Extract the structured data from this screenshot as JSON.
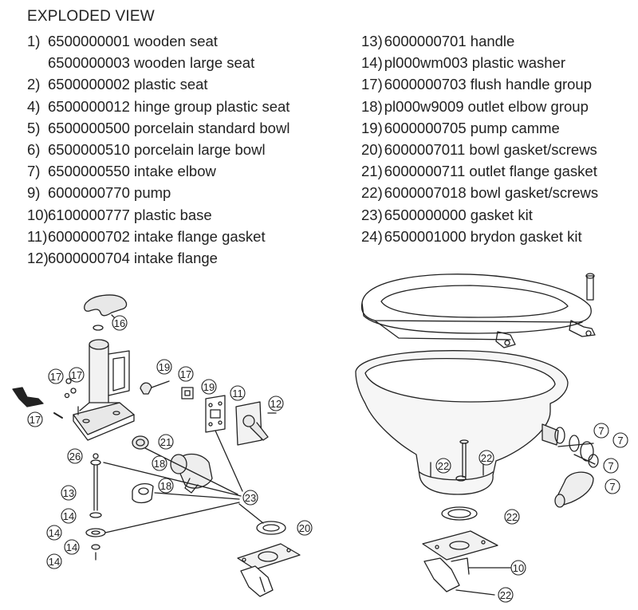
{
  "title": "EXPLODED VIEW",
  "parts_left": [
    {
      "num": "1)",
      "text": "6500000001 wooden seat"
    },
    {
      "num": "",
      "text": "6500000003 wooden large seat"
    },
    {
      "num": "2)",
      "text": "6500000002 plastic seat"
    },
    {
      "num": "4)",
      "text": "6500000012 hinge group plastic seat"
    },
    {
      "num": "5)",
      "text": "6500000500 porcelain standard bowl"
    },
    {
      "num": "6)",
      "text": "6500000510 porcelain large bowl"
    },
    {
      "num": "7)",
      "text": "6500000550 intake elbow"
    },
    {
      "num": "9)",
      "text": "6000000770 pump"
    },
    {
      "num": "10)",
      "text": "6100000777 plastic base"
    },
    {
      "num": "11)",
      "text": "6000000702 intake flange gasket"
    },
    {
      "num": "12)",
      "text": "6000000704 intake flange"
    }
  ],
  "parts_right": [
    {
      "num": "13)",
      "text": "6000000701 handle"
    },
    {
      "num": "14)",
      "text": "pl000wm003 plastic washer"
    },
    {
      "num": "17)",
      "text": "6000000703 flush handle group"
    },
    {
      "num": "18)",
      "text": "pl000w9009 outlet elbow group"
    },
    {
      "num": "19)",
      "text": "6000000705 pump camme"
    },
    {
      "num": "20)",
      "text": "6000007011 bowl gasket/screws"
    },
    {
      "num": "21)",
      "text": "6000000711 outlet flange gasket"
    },
    {
      "num": "22)",
      "text": "6000007018 bowl gasket/screws"
    },
    {
      "num": "23)",
      "text": "6500000000 gasket kit"
    },
    {
      "num": "24)",
      "text": "6500001000 brydon gasket kit"
    }
  ],
  "callouts": {
    "c16": "16",
    "c17a": "17",
    "c17b": "17",
    "c17c": "17",
    "c17d": "17",
    "c19a": "19",
    "c19b": "19",
    "c11": "11",
    "c12": "12",
    "c21": "21",
    "c26": "26",
    "c18a": "18",
    "c18b": "18",
    "c23": "23",
    "c13": "13",
    "c14a": "14",
    "c14b": "14",
    "c14c": "14",
    "c14d": "14",
    "c20": "20",
    "c7a": "7",
    "c7b": "7",
    "c7c": "7",
    "c7d": "7",
    "c22a": "22",
    "c22b": "22",
    "c22c": "22",
    "c22d": "22",
    "c10": "10"
  },
  "colors": {
    "ink": "#222222",
    "fill": "#e8e8e8"
  }
}
